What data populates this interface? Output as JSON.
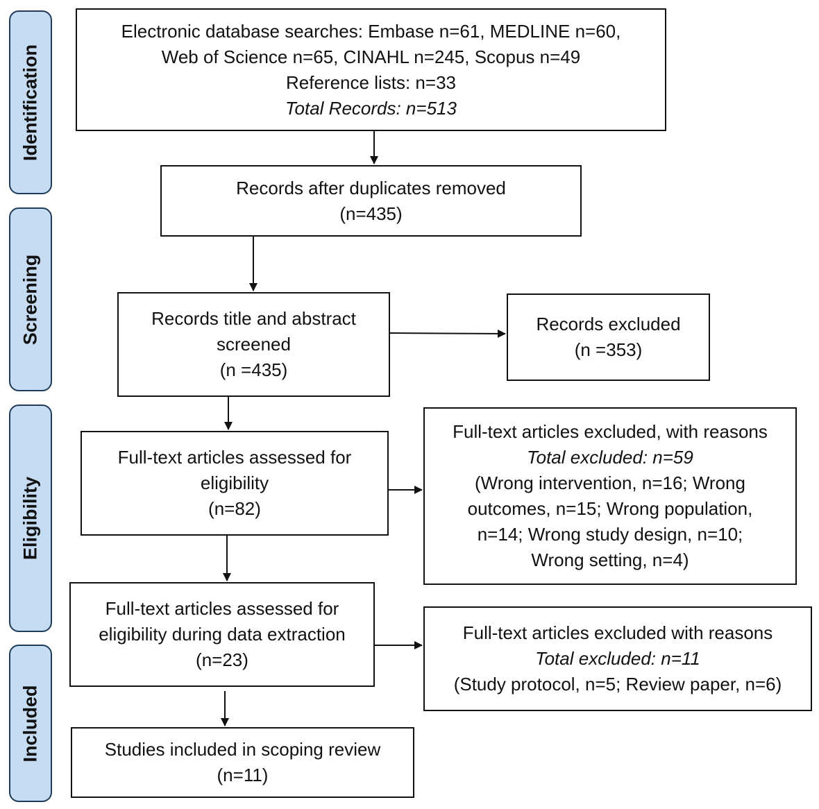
{
  "phases": {
    "identification": "Identification",
    "screening": "Screening",
    "eligibility": "Eligibility",
    "included": "Included"
  },
  "boxes": {
    "database_search": {
      "line1": "Electronic database searches: Embase n=61, MEDLINE n=60,",
      "line2": "Web of Science n=65, CINAHL n=245, Scopus n=49",
      "line3": "Reference lists: n=33",
      "line4": "Total Records: n=513"
    },
    "duplicates_removed": {
      "line1": "Records after duplicates removed",
      "line2": "(n=435)"
    },
    "title_abstract_screened": {
      "line1": "Records title and abstract",
      "line2": "screened",
      "line3": "(n =435)"
    },
    "records_excluded": {
      "line1": "Records excluded",
      "line2": "(n =353)"
    },
    "fulltext_assessed": {
      "line1": "Full-text articles assessed for",
      "line2": "eligibility",
      "line3": "(n=82)"
    },
    "fulltext_excluded": {
      "line1": "Full-text articles excluded, with reasons",
      "line2": "Total excluded: n=59",
      "line3": "(Wrong intervention, n=16; Wrong",
      "line4": "outcomes, n=15; Wrong population,",
      "line5": "n=14; Wrong study design, n=10;",
      "line6": "Wrong setting, n=4)"
    },
    "data_extraction": {
      "line1": "Full-text articles assessed for",
      "line2": "eligibility during data extraction",
      "line3": "(n=23)"
    },
    "extraction_excluded": {
      "line1": "Full-text articles excluded with reasons",
      "line2": "Total excluded: n=11",
      "line3": "(Study protocol, n=5; Review paper, n=6)"
    },
    "included_studies": {
      "line1": "Studies included in scoping review",
      "line2": "(n=11)"
    }
  }
}
